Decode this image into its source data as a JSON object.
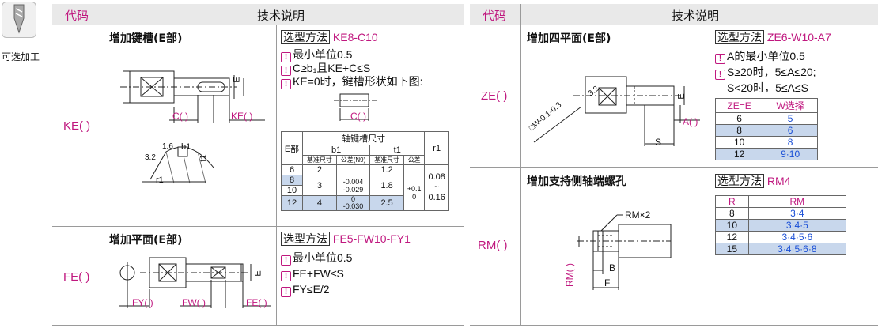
{
  "sidebar": {
    "label": "可选加工"
  },
  "left_header": {
    "code": "代码",
    "title": "技术说明"
  },
  "right_header": {
    "code": "代码",
    "title": "技术说明"
  },
  "rows": {
    "ke": {
      "code": "KE( )",
      "title": "增加键槽(E部)",
      "select_label": "选型方法",
      "select_code": "KE8-C10",
      "notes": [
        "最小单位0.5",
        "C≥b₁且KE+C≤S",
        "KE=0时，键槽形状如下图:"
      ],
      "diagram_labels": {
        "c": "C( )",
        "ke": "KE( )",
        "e": "E",
        "c_small": "C( )",
        "r32": "3.2",
        "r16": "1.6",
        "b1": "b1",
        "t1": "t1",
        "r1": "r1"
      },
      "table": {
        "title": "轴键槽尺寸",
        "col_e": "E部",
        "col_b1": "b1",
        "col_t1": "t1",
        "col_r1": "r1",
        "sub": [
          "基准尺寸",
          "公差(N9)",
          "基准尺寸",
          "公差"
        ],
        "e_values": [
          "6",
          "8",
          "10",
          "12"
        ],
        "b1_values": [
          "2",
          "3",
          "4"
        ],
        "b1_tol": [
          "-0.004",
          "-0.029",
          "0",
          "-0.030"
        ],
        "t1_values": [
          "1.2",
          "1.8",
          "2.5"
        ],
        "t1_tol": [
          "+0.1",
          "0"
        ],
        "r1": [
          "0.08",
          "~",
          "0.16"
        ]
      }
    },
    "fe": {
      "code": "FE( )",
      "title": "增加平面(E部)",
      "select_label": "选型方法",
      "select_code": "FE5-FW10-FY1",
      "notes": [
        "最小单位0.5",
        "FE+FW≤S",
        "FY≤E/2"
      ],
      "diagram_labels": {
        "fy": "FY( )",
        "fw": "FW( )",
        "fe": "FE( )",
        "e": "E"
      }
    },
    "ze": {
      "code": "ZE( )",
      "title": "增加四平面(E部)",
      "select_label": "选型方法",
      "select_code": "ZE6-W10-A7",
      "notes": [
        "A的最小单位0.5",
        "S≥20时，5≤A≤20;",
        "S<20时，5≤A≤S"
      ],
      "diagram_labels": {
        "w": "□W-0.1-0.3",
        "a": "A( )",
        "s": "S",
        "e": "E",
        "r32": "3.2"
      },
      "table": {
        "headers": [
          "ZE=E",
          "W选择"
        ],
        "rows": [
          [
            "6",
            "5"
          ],
          [
            "8",
            "6"
          ],
          [
            "10",
            "8"
          ],
          [
            "12",
            "9·10"
          ]
        ]
      }
    },
    "rm": {
      "code": "RM( )",
      "title": "增加支持侧轴端螺孔",
      "select_label": "选型方法",
      "select_code": "RM4",
      "diagram_labels": {
        "rmx2": "RM×2",
        "rm": "RM( )",
        "b": "B",
        "f": "F"
      },
      "table": {
        "headers": [
          "R",
          "RM"
        ],
        "rows": [
          [
            "8",
            "3·4"
          ],
          [
            "10",
            "3·4·5"
          ],
          [
            "12",
            "3·4·5·6"
          ],
          [
            "15",
            "3·4·5·6·8"
          ]
        ]
      }
    }
  }
}
